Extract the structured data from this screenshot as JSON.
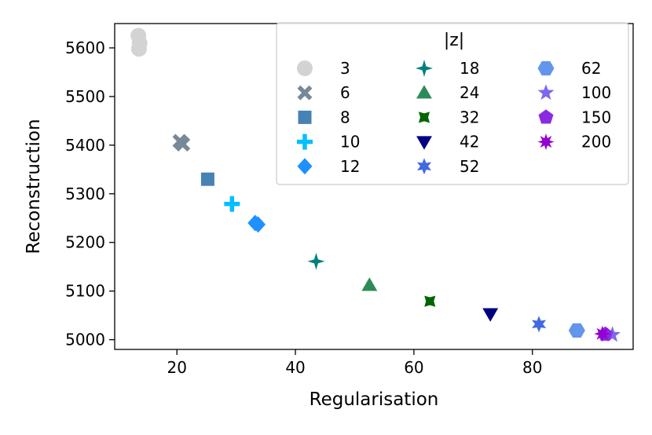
{
  "chart_data": {
    "type": "scatter",
    "title": "",
    "xlabel": "Regularisation",
    "ylabel": "Reconstruction",
    "xlim": [
      9.5,
      97
    ],
    "ylim": [
      4980,
      5650
    ],
    "xticks": [
      20,
      40,
      60,
      80
    ],
    "yticks": [
      5000,
      5100,
      5200,
      5300,
      5400,
      5500,
      5600
    ],
    "grid": false,
    "legend": {
      "title": "|z|",
      "position": "top-right",
      "columns": 3
    },
    "series": [
      {
        "name": "3",
        "marker": "circle",
        "color": "#d3d3d3",
        "points": [
          [
            13.5,
            5625
          ],
          [
            13.7,
            5610
          ],
          [
            13.6,
            5598
          ]
        ]
      },
      {
        "name": "6",
        "marker": "x",
        "color": "#778899",
        "points": [
          [
            20.5,
            5408
          ],
          [
            21.0,
            5402
          ]
        ]
      },
      {
        "name": "8",
        "marker": "square",
        "color": "#4682b4",
        "points": [
          [
            25.2,
            5330
          ]
        ]
      },
      {
        "name": "10",
        "marker": "plus",
        "color": "#00bfff",
        "points": [
          [
            29.3,
            5279
          ]
        ]
      },
      {
        "name": "12",
        "marker": "diamond",
        "color": "#1e90ff",
        "points": [
          [
            33.2,
            5240
          ],
          [
            33.7,
            5237
          ]
        ]
      },
      {
        "name": "18",
        "marker": "four-star",
        "color": "#008080",
        "points": [
          [
            43.5,
            5161
          ]
        ]
      },
      {
        "name": "24",
        "marker": "triangle-up",
        "color": "#2e8b57",
        "points": [
          [
            52.5,
            5112
          ]
        ]
      },
      {
        "name": "32",
        "marker": "concave-star",
        "color": "#006400",
        "points": [
          [
            62.7,
            5079
          ]
        ]
      },
      {
        "name": "42",
        "marker": "triangle-down",
        "color": "#000080",
        "points": [
          [
            72.9,
            5053
          ]
        ]
      },
      {
        "name": "52",
        "marker": "star6",
        "color": "#4169e1",
        "points": [
          [
            81.1,
            5032
          ]
        ]
      },
      {
        "name": "62",
        "marker": "hexagon",
        "color": "#6495ed",
        "points": [
          [
            87.5,
            5019
          ]
        ]
      },
      {
        "name": "100",
        "marker": "star5",
        "color": "#7b68ee",
        "points": [
          [
            93.5,
            5010
          ]
        ]
      },
      {
        "name": "150",
        "marker": "pentagon",
        "color": "#8a2be2",
        "points": [
          [
            92.3,
            5011
          ]
        ]
      },
      {
        "name": "200",
        "marker": "star8",
        "color": "#9400d3",
        "points": [
          [
            91.8,
            5012
          ]
        ]
      }
    ]
  }
}
